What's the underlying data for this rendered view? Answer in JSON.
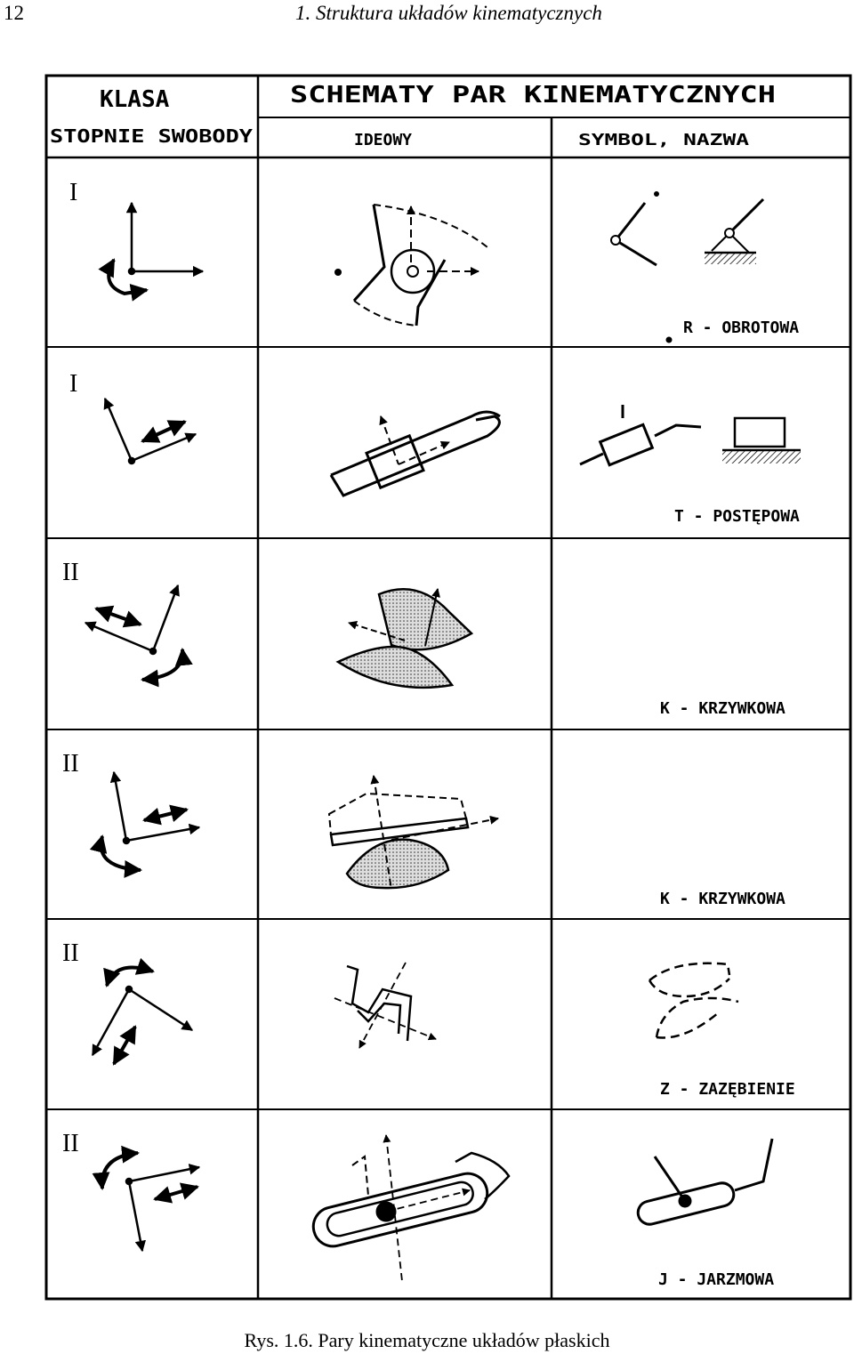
{
  "page_number": "12",
  "running_head": "1. Struktura układów kinematycznych",
  "table": {
    "header": {
      "klasa": "KLASA",
      "stopnie": "STOPNIE SWOBODY",
      "schematy": "SCHEMATY PAR KINEMATYCZNYCH",
      "ideowy": "IDEOWY",
      "symbol": "SYMBOL, NAZWA"
    },
    "rows": [
      {
        "klasa": "I",
        "nazwa": "R - OBROTOWA"
      },
      {
        "klasa": "I",
        "nazwa": "T - POSTĘPOWA"
      },
      {
        "klasa": "II",
        "nazwa": "K - KRZYWKOWA"
      },
      {
        "klasa": "II",
        "nazwa": "K - KRZYWKOWA"
      },
      {
        "klasa": "II",
        "nazwa": "Z - ZAZĘBIENIE"
      },
      {
        "klasa": "II",
        "nazwa": "J - JARZMOWA"
      }
    ]
  },
  "caption": "Rys. 1.6. Pary kinematyczne układów płaskich"
}
